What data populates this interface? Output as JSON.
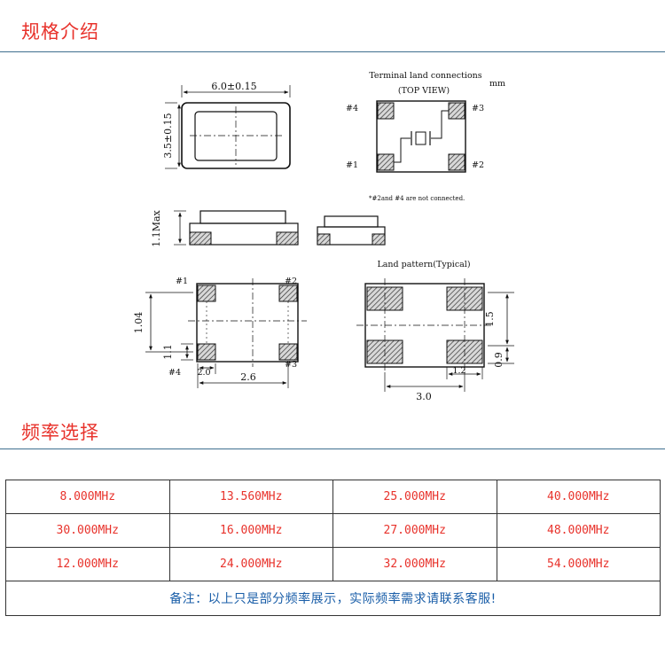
{
  "sections": {
    "spec_title": "规格介绍",
    "freq_title": "频率选择"
  },
  "drawing": {
    "unit": "mm",
    "top_view": {
      "width_dim": "6.0±0.15",
      "height_dim": "3.5±0.15"
    },
    "terminal": {
      "title_line1": "Terminal land connections",
      "title_line2": "(TOP VIEW)",
      "pins": [
        "#1",
        "#2",
        "#3",
        "#4"
      ],
      "note": "*#2and #4 are not connected."
    },
    "side_view": {
      "height_dim": "1.1Max"
    },
    "bottom_view": {
      "pins": [
        "#1",
        "#2",
        "#3",
        "#4"
      ],
      "dim_height": "1.04",
      "dim_pad_h": "1.1",
      "dim_pad_w": "2.0",
      "dim_pitch": "2.6"
    },
    "land_pattern": {
      "title": "Land pattern(Typical)",
      "dim_pitch_v": "1.5",
      "dim_pad_h": "0.9",
      "dim_pad_w": "1.2",
      "dim_width": "3.0"
    }
  },
  "frequencies": {
    "rows": [
      [
        "8.000MHz",
        "13.560MHz",
        "25.000MHz",
        "40.000MHz"
      ],
      [
        "30.000MHz",
        "16.000MHz",
        "27.000MHz",
        "48.000MHz"
      ],
      [
        "12.000MHz",
        "24.000MHz",
        "32.000MHz",
        "54.000MHz"
      ]
    ],
    "note": "备注：以上只是部分频率展示，实际频率需求请联系客服!"
  },
  "colors": {
    "title_red": "#e8322b",
    "rule_blue": "#3f6f8f",
    "note_blue": "#1a5ea8"
  }
}
